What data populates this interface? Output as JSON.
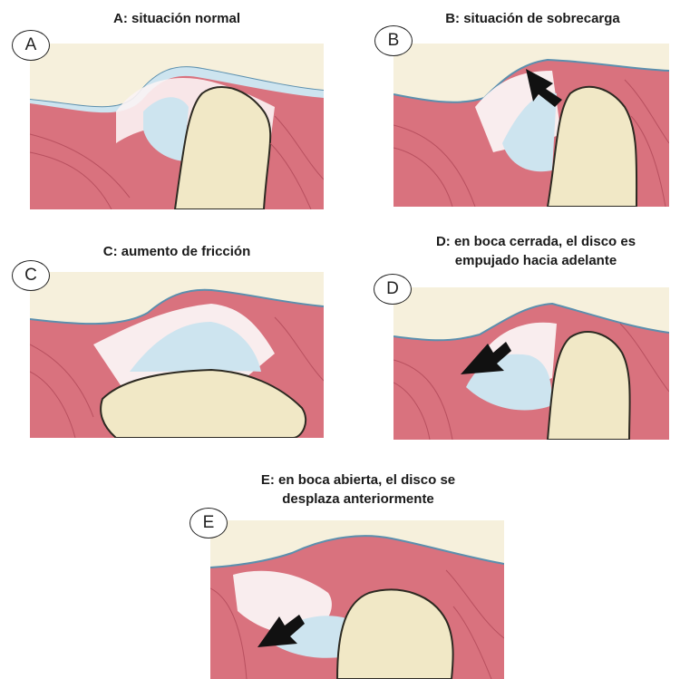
{
  "panels": [
    {
      "letter": "A",
      "caption": "A: situación normal"
    },
    {
      "letter": "B",
      "caption": "B: situación de sobrecarga"
    },
    {
      "letter": "C",
      "caption": "C: aumento de fricción"
    },
    {
      "letter": "D",
      "caption": "D: en boca cerrada, el disco es\nempujado hacia adelante"
    },
    {
      "letter": "E",
      "caption": "E: en boca abierta, el disco se\ndesplaza anteriormente"
    }
  ],
  "colors": {
    "muscle": "#d9727e",
    "muscle_dark": "#b8505f",
    "tendon": "#fbf3f4",
    "fossa": "#f6f0dc",
    "bone": "#f1e8c6",
    "bone_outline": "#2d2a22",
    "synovial": "#cde4ef",
    "synovial_line": "#5b8fae",
    "arrow": "#111111"
  }
}
